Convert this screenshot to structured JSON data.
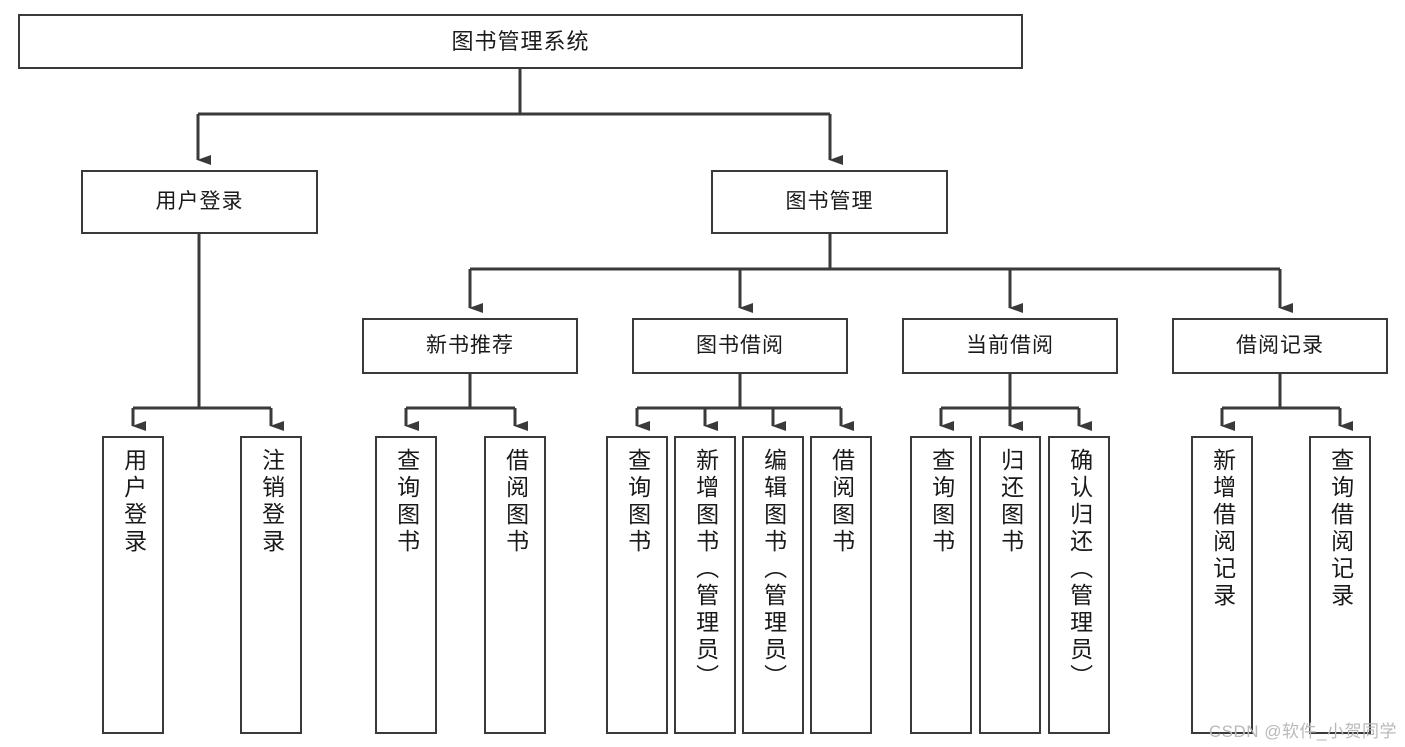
{
  "diagram": {
    "title": "图书管理系统",
    "type": "tree-structure-chart",
    "watermark": "CSDN @软件_小贺同学",
    "colors": {
      "background": "#ffffff",
      "node_border": "#3a3a3a",
      "node_fill": "#ffffff",
      "edge": "#3a3a3a",
      "text": "#1a1a1a",
      "watermark": "#b9b9b9"
    }
  },
  "nodes": {
    "root": {
      "label": "图书管理系统"
    },
    "level2": [
      {
        "id": "user-login",
        "label": "用户登录"
      },
      {
        "id": "book-manage",
        "label": "图书管理"
      }
    ],
    "level3": [
      {
        "id": "new-book-recommend",
        "label": "新书推荐"
      },
      {
        "id": "book-borrow",
        "label": "图书借阅"
      },
      {
        "id": "current-borrow",
        "label": "当前借阅"
      },
      {
        "id": "borrow-record",
        "label": "借阅记录"
      }
    ],
    "leaves": {
      "user-login": [
        {
          "id": "leaf-user-login",
          "label": "用户登录"
        },
        {
          "id": "leaf-logout",
          "label": "注销登录"
        }
      ],
      "new-book-recommend": [
        {
          "id": "leaf-query-book-1",
          "label": "查询图书"
        },
        {
          "id": "leaf-borrow-book-1",
          "label": "借阅图书"
        }
      ],
      "book-borrow": [
        {
          "id": "leaf-query-book-2",
          "label": "查询图书"
        },
        {
          "id": "leaf-add-book",
          "label": "新增图书（管理员）"
        },
        {
          "id": "leaf-edit-book",
          "label": "编辑图书（管理员）"
        },
        {
          "id": "leaf-borrow-book-2",
          "label": "借阅图书"
        }
      ],
      "current-borrow": [
        {
          "id": "leaf-query-book-3",
          "label": "查询图书"
        },
        {
          "id": "leaf-return-book",
          "label": "归还图书"
        },
        {
          "id": "leaf-confirm-return",
          "label": "确认归还（管理员）"
        }
      ],
      "borrow-record": [
        {
          "id": "leaf-add-record",
          "label": "新增借阅记录"
        },
        {
          "id": "leaf-query-record",
          "label": "查询借阅记录"
        }
      ]
    }
  }
}
